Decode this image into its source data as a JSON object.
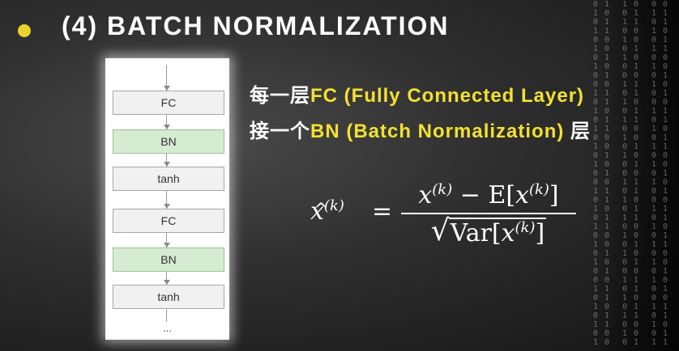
{
  "slide": {
    "title": "(4) BATCH NORMALIZATION"
  },
  "diagram": {
    "layers": [
      {
        "label": "FC",
        "kind": "fc"
      },
      {
        "label": "BN",
        "kind": "bn"
      },
      {
        "label": "tanh",
        "kind": "tanh"
      },
      {
        "label": "FC",
        "kind": "fc"
      },
      {
        "label": "BN",
        "kind": "bn"
      },
      {
        "label": "tanh",
        "kind": "tanh"
      }
    ],
    "ellipsis": "...",
    "colors": {
      "bn_fill": "#d6ecd2",
      "fc_fill": "#f1f1f1"
    }
  },
  "description": {
    "line1_prefix": "每一层",
    "line1_highlight": "FC (Fully Connected Layer)",
    "line2_prefix": "接一个",
    "line2_highlight": "BN (Batch Normalization)",
    "line2_suffix": " 层",
    "highlight_color": "#f2e132"
  },
  "formula": {
    "lhs_var": "x",
    "hat": "^",
    "sup": "(k)",
    "eq": "=",
    "num_x": "x",
    "num_minus": " − E[",
    "num_x2": "x",
    "num_close": "]",
    "den_open": "Var[",
    "den_x": "x",
    "den_close": "]",
    "radical": "√"
  },
  "background": {
    "matrix_cols": [
      "0 1\n1 0\n0 1\n1 1\n0 0\n1 0\n0 1\n1 0\n0 1\n0 0\n1 1\n0 1\n1 0\n0 1\n1 1\n0 0\n1 0\n0 1\n1 0\n0 1\n0 0\n1 1\n0 1\n1 0\n0 1\n1 1\n0 0\n1 0\n0 1\n1 0\n0 1\n0 0\n1 1\n0 1\n1 0\n0 1\n1 1\n0 0\n1 0",
      "1 0\n0 1\n1 1\n0 0\n1 0\n0 1\n1 0\n0 1\n0 0\n1 1\n0 1\n1 0\n0 1\n1 1\n0 0\n1 0\n0 1\n1 0\n0 1\n0 0\n1 1\n0 1\n1 0\n0 1\n1 1\n0 0\n1 0\n0 1\n1 0\n0 1\n0 0\n1 1\n0 1\n1 0\n0 1\n1 1\n0 0\n1 0\n0 1",
      "0 0\n1 1\n0 1\n1 0\n0 1\n1 1\n0 0\n1 0\n0 1\n1 0\n0 1\n0 0\n1 1\n0 1\n1 0\n0 1\n1 1\n0 0\n1 0\n0 1\n1 0\n0 1\n0 0\n1 1\n0 1\n1 0\n0 1\n1 1\n0 0\n1 0\n0 1\n1 0\n0 1\n0 0\n1 1\n0 1\n1 0\n0 1\n1 1"
    ]
  }
}
